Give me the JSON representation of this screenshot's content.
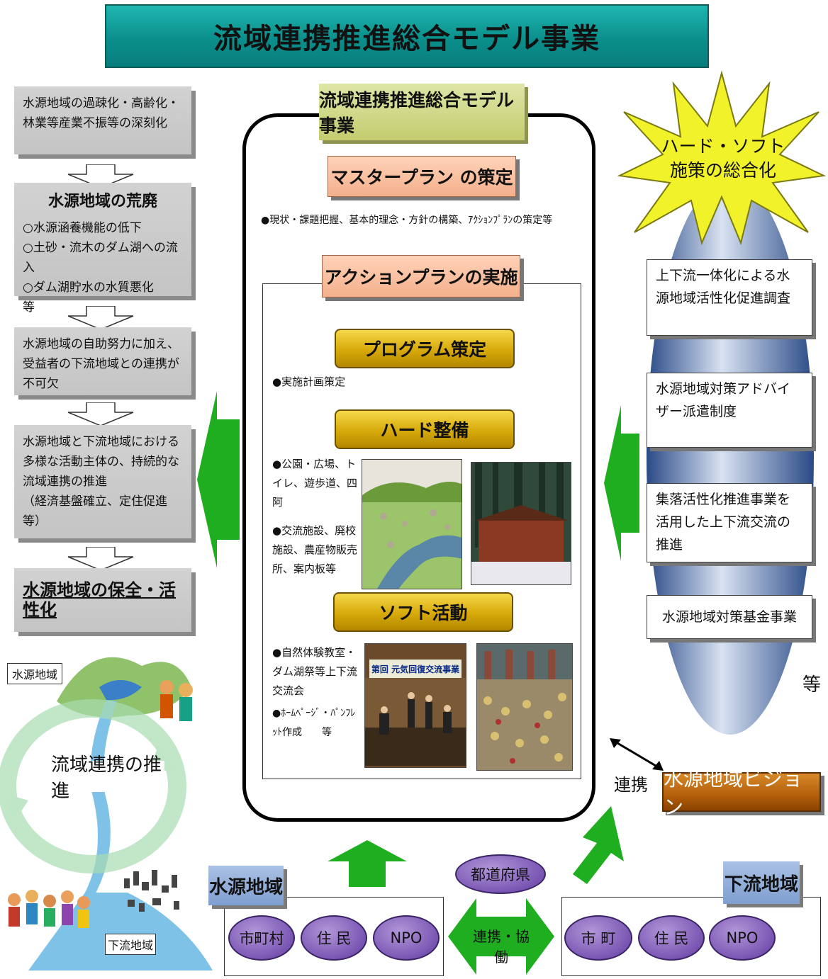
{
  "title": "流域連携推進総合モデル事業",
  "left": {
    "box1": "水源地域の過疎化・高齢化・林業等産業不振等の深刻化",
    "box2_head": "水源地域の荒廃",
    "box2_items": [
      "○水源涵養機能の低下",
      "○土砂・流木のダム湖への流入",
      "○ダム湖貯水の水質悪化　　等"
    ],
    "box3": "水源地域の自助努力に加え、受益者の下流地域との連携が不可欠",
    "box4_line1": "水源地域と下流地域における多様な活動主体の、持続的な流域連携の推進",
    "box4_line2": "（経済基盤確立、定住促進等）",
    "box5": "水源地域の保全・活性化"
  },
  "center": {
    "frame_title": "流域連携推進総合モデル事業",
    "master_plan": "マスタープラン の策定",
    "master_note": "●現状・課題把握、基本的理念・方針の構築、ｱｸｼｮﾝﾌﾟﾗﾝの策定等",
    "action_plan": "アクションプランの実施",
    "program": "プログラム策定",
    "program_note": "●実施計画策定",
    "hard": "ハード整備",
    "hard_note1": "●公園・広場、トイレ、遊歩道、四阿",
    "hard_note2": "●交流施設、廃校施設、農産物販売所、案内板等",
    "soft": "ソフト活動",
    "soft_note1": "●自然体験教室・ダム湖祭等上下流交流会",
    "soft_note2": "●ﾎｰﾑﾍﾟｰｼﾞ・ﾊﾟﾝﾌﾚｯﾄ作成　　等",
    "banner_text": "第回 元気回復交流事業"
  },
  "right": {
    "burst_line1": "ハード・ソフト",
    "burst_line2": "施策の総合化",
    "items": [
      "上下流一体化による水源地域活性化促進調査",
      "水源地域対策アドバイザー派遣制度",
      "集落活性化推進事業を活用した上下流交流の推進",
      "水源地域対策基金事業"
    ],
    "etc": "等",
    "renkei": "連携",
    "vision": "水源地域ビジョン"
  },
  "illustration": {
    "upstream": "水源地域",
    "downstream": "下流地域",
    "promotion": "流域連携の推進"
  },
  "bottom": {
    "upstream_tag": "水源地域",
    "downstream_tag": "下流地域",
    "upstream_actors": [
      "市町村",
      "住 民",
      "NPO"
    ],
    "downstream_actors": [
      "市 町",
      "住 民",
      "NPO"
    ],
    "prefecture": "都道府県",
    "cooperation": "連携・協働"
  },
  "colors": {
    "title_teal": "#0b8f8c",
    "arrow_green": "#1fae1f",
    "gold": "#d7a90a",
    "purple": "#7a56b3",
    "vision_orange": "#b25e0a"
  }
}
